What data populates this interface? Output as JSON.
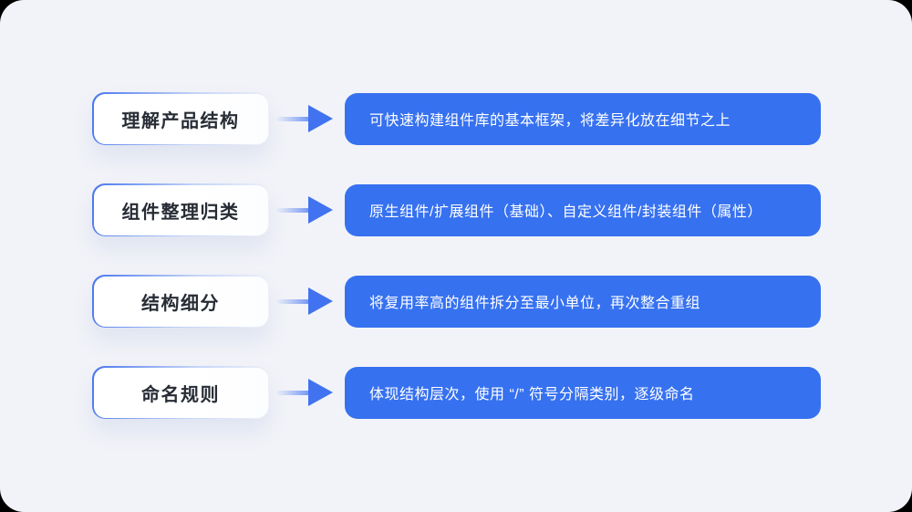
{
  "diagram": {
    "title": "component-library-structuring-steps",
    "rows": [
      {
        "label": "理解产品结构",
        "description": "可快速构建组件库的基本框架，将差异化放在细节之上"
      },
      {
        "label": "组件整理归类",
        "description": "原生组件/扩展组件（基础）、自定义组件/封装组件（属性）"
      },
      {
        "label": "结构细分",
        "description": "将复用率高的组件拆分至最小单位，再次整合重组"
      },
      {
        "label": "命名规则",
        "description": "体现结构层次，使用 “/” 符号分隔类别，逐级命名"
      }
    ]
  },
  "colors": {
    "page_background": "#000000",
    "card_background": "#f2f3f8",
    "accent_blue": "#3671f0",
    "arrow_blue": "#4173f0",
    "label_border_blue": "#4a76ee",
    "label_text": "#272c35",
    "description_text": "#ffffff"
  }
}
